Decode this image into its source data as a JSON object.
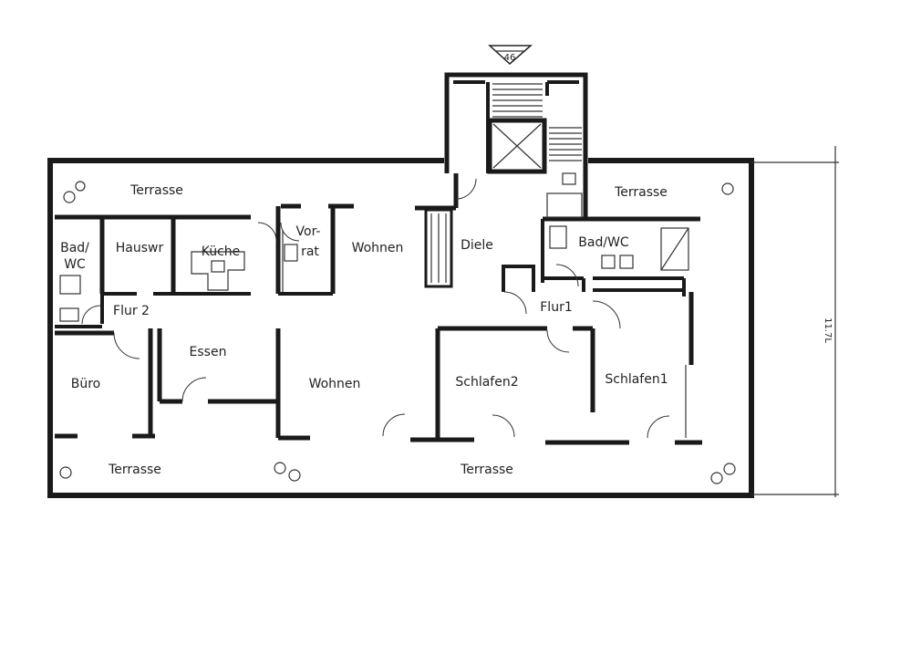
{
  "rooms": {
    "terrasse_top_left": "Terrasse",
    "terrasse_top_right": "Terrasse",
    "terrasse_bottom_left": "Terrasse",
    "terrasse_bottom_right": "Terrasse",
    "bad_wc_left_line1": "Bad/",
    "bad_wc_left_line2": "WC",
    "hauswr": "Hauswr",
    "kueche": "Küche",
    "vorrat_line1": "Vor-",
    "vorrat_line2": "rat",
    "wohnen_top": "Wohnen",
    "diele": "Diele",
    "bad_wc_right": "Bad/WC",
    "flur2": "Flur 2",
    "flur1": "Flur1",
    "essen": "Essen",
    "buero": "Büro",
    "wohnen_main": "Wohnen",
    "schlafen2": "Schlafen2",
    "schlafen1": "Schlafen1"
  },
  "annotations": {
    "stair_marker": "46",
    "dimension": "11.7L"
  },
  "colors": {
    "wall": "#1a1a1a",
    "paper": "#ffffff"
  }
}
